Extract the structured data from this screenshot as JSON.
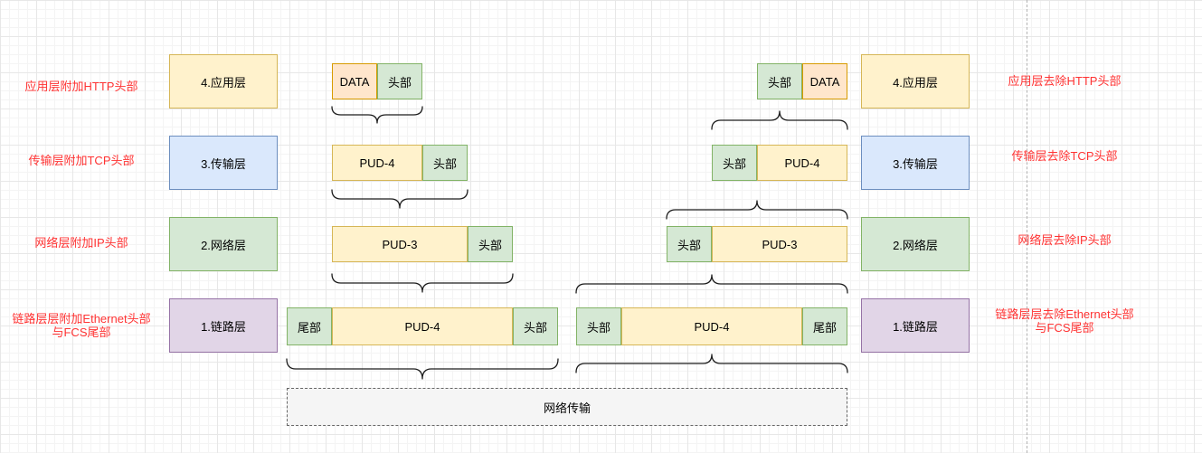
{
  "palette": {
    "yellow_fill": "#FFF2CC",
    "yellow_border": "#D6B656",
    "blue_fill": "#DAE8FC",
    "blue_border": "#6C8EBF",
    "green_fill": "#D5E8D4",
    "green_border": "#82B366",
    "purple_fill": "#E1D5E7",
    "purple_border": "#9673A6",
    "orange_fill": "#FFE6CC",
    "orange_border": "#D79B00",
    "gray_fill": "#F5F5F5",
    "gray_border": "#666666",
    "annotation_red": "#FF3333"
  },
  "annotations": {
    "left": [
      {
        "lines": [
          "应用层附加HTTP头部"
        ]
      },
      {
        "lines": [
          "传输层附加TCP头部"
        ]
      },
      {
        "lines": [
          "网络层附加IP头部"
        ]
      },
      {
        "lines": [
          "链路层层附加Ethernet头部",
          "与FCS尾部"
        ]
      }
    ],
    "right": [
      {
        "lines": [
          "应用层去除HTTP头部"
        ]
      },
      {
        "lines": [
          "传输层去除TCP头部"
        ]
      },
      {
        "lines": [
          "网络层去除IP头部"
        ]
      },
      {
        "lines": [
          "链路层层去除Ethernet头部",
          "与FCS尾部"
        ]
      }
    ]
  },
  "layers": {
    "left": [
      "4.应用层",
      "3.传输层",
      "2.网络层",
      "1.链路层"
    ],
    "right": [
      "4.应用层",
      "3.传输层",
      "2.网络层",
      "1.链路层"
    ]
  },
  "pdus": {
    "left": [
      [
        "DATA",
        "头部"
      ],
      [
        "PUD-4",
        "头部"
      ],
      [
        "PUD-3",
        "头部"
      ],
      [
        "尾部",
        "PUD-4",
        "头部"
      ]
    ],
    "right": [
      [
        "头部",
        "DATA"
      ],
      [
        "头部",
        "PUD-4"
      ],
      [
        "头部",
        "PUD-3"
      ],
      [
        "头部",
        "PUD-4",
        "尾部"
      ]
    ]
  },
  "transmission": {
    "label": "网络传输"
  }
}
